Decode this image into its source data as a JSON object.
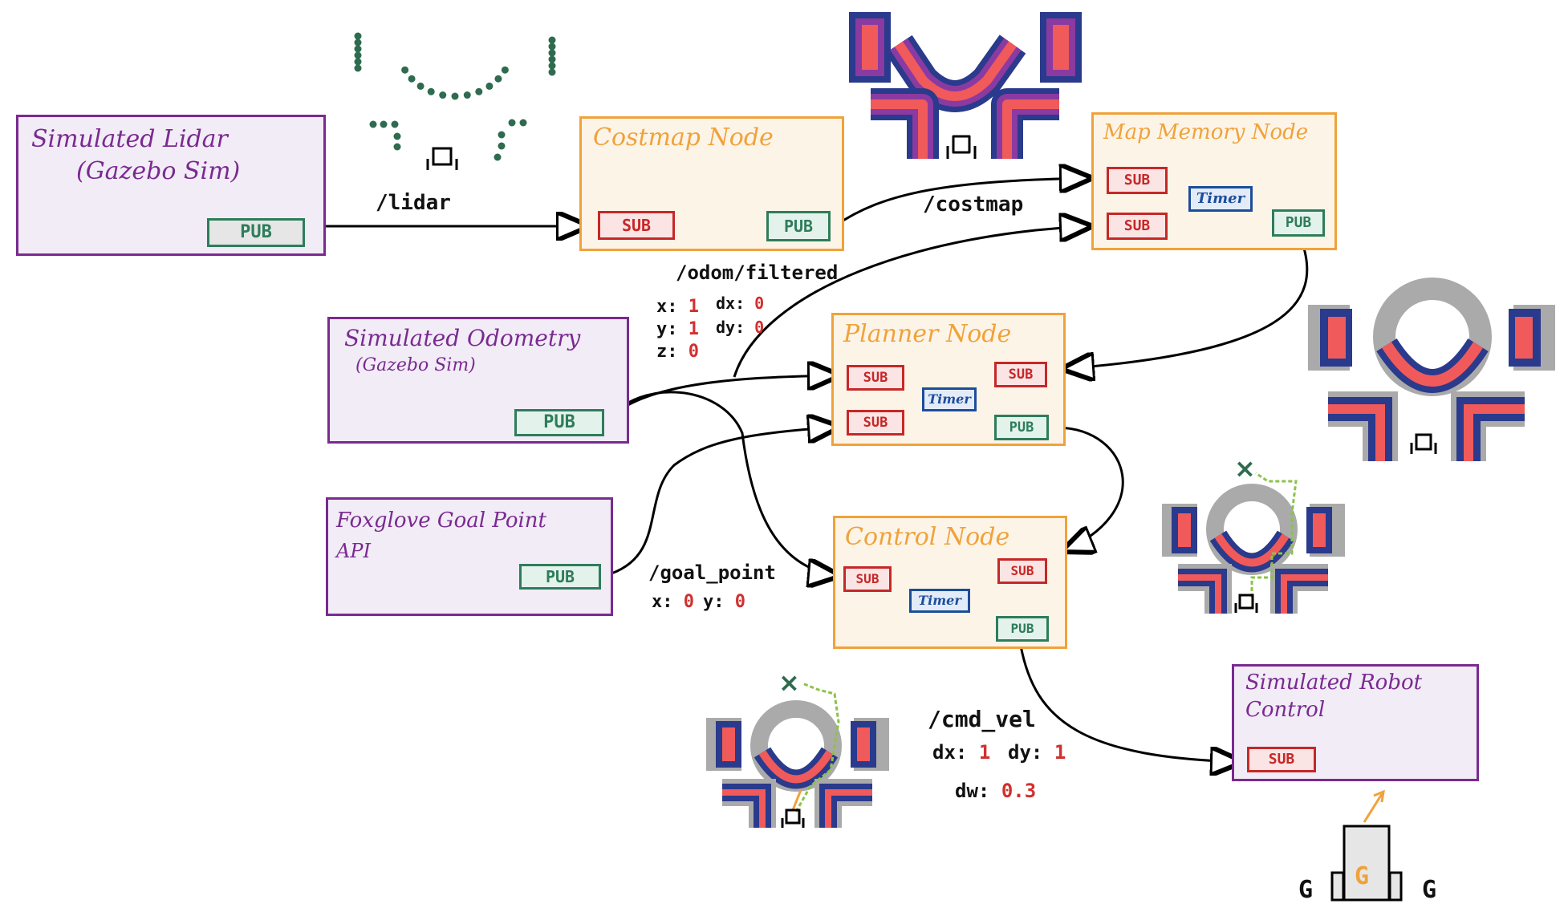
{
  "nodes": {
    "lidar": {
      "title_line1": "Simulated Lidar",
      "title_line2": "(Gazebo Sim)",
      "pub": "PUB"
    },
    "costmap": {
      "title": "Costmap Node",
      "sub": "SUB",
      "pub": "PUB"
    },
    "map_memory": {
      "title": "Map Memory Node",
      "sub1": "SUB",
      "sub2": "SUB",
      "timer": "Timer",
      "pub": "PUB"
    },
    "odometry": {
      "title_line1": "Simulated Odometry",
      "title_line2": "(Gazebo Sim)",
      "pub": "PUB"
    },
    "planner": {
      "title": "Planner Node",
      "sub1": "SUB",
      "sub2": "SUB",
      "sub3": "SUB",
      "timer": "Timer",
      "pub": "PUB"
    },
    "goal": {
      "title_line1": "Foxglove Goal Point",
      "title_line2": "API",
      "pub": "PUB"
    },
    "control": {
      "title": "Control Node",
      "sub1": "SUB",
      "sub2": "SUB",
      "timer": "Timer",
      "pub": "PUB"
    },
    "robot": {
      "title_line1": "Simulated Robot",
      "title_line2": "Control",
      "sub": "SUB"
    }
  },
  "topics": {
    "lidar": "/lidar",
    "costmap": "/costmap",
    "odom": "/odom/filtered",
    "odom_x": "x:",
    "odom_x_val": "1",
    "odom_y": "y:",
    "odom_y_val": "1",
    "odom_z": "z:",
    "odom_z_val": "0",
    "odom_dx": "dx:",
    "odom_dx_val": "0",
    "odom_dy": "dy:",
    "odom_dy_val": "0",
    "goal": "/goal_point",
    "goal_x": "x:",
    "goal_x_val": "0",
    "goal_y": "y:",
    "goal_y_val": "0",
    "cmd": "/cmd_vel",
    "cmd_dx": "dx:",
    "cmd_dx_val": "1",
    "cmd_dy": "dy:",
    "cmd_dy_val": "1",
    "cmd_dw": "dw:",
    "cmd_dw_val": "0.3"
  },
  "robot_glyph": {
    "wheel_left": "G",
    "wheel_right": "G",
    "center": "G"
  },
  "colors": {
    "external_border": "#7a2a90",
    "ros_border": "#f0a23a",
    "sub": "#c62828",
    "pub": "#2e7d5a",
    "timer": "#1c4d9c",
    "value": "#d32f2f",
    "costmap_outer": "#2a3a8c",
    "costmap_mid": "#8a3aa0",
    "costmap_core": "#f05a5a"
  }
}
